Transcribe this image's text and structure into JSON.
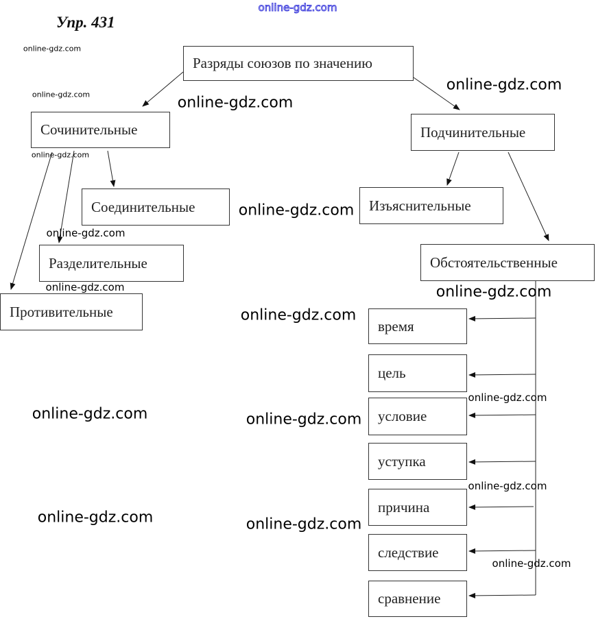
{
  "title": "Упр. 431",
  "root": "Разряды союзов по значению",
  "coordinating": {
    "label": "Сочинительные",
    "children": [
      "Соединительные",
      "Разделительные",
      "Противительные"
    ]
  },
  "subordinating": {
    "label": "Подчинительные",
    "children": [
      "Изъяснительные",
      "Обстоятельственные"
    ],
    "circumstantial": [
      "время",
      "цель",
      "условие",
      "уступка",
      "причина",
      "следствие",
      "сравнение"
    ]
  },
  "watermarks": [
    "online-gdz.com",
    "online-gdz.com",
    "online-gdz.com",
    "online-gdz.com",
    "online-gdz.com",
    "online-gdz.com",
    "online-gdz.com",
    "online-gdz.com",
    "online-gdz.com",
    "online-gdz.com",
    "online-gdz.com",
    "online-gdz.com",
    "online-gdz.com",
    "online-gdz.com",
    "online-gdz.com",
    "online-gdz.com",
    "online-gdz.com",
    "online-gdz.com"
  ]
}
